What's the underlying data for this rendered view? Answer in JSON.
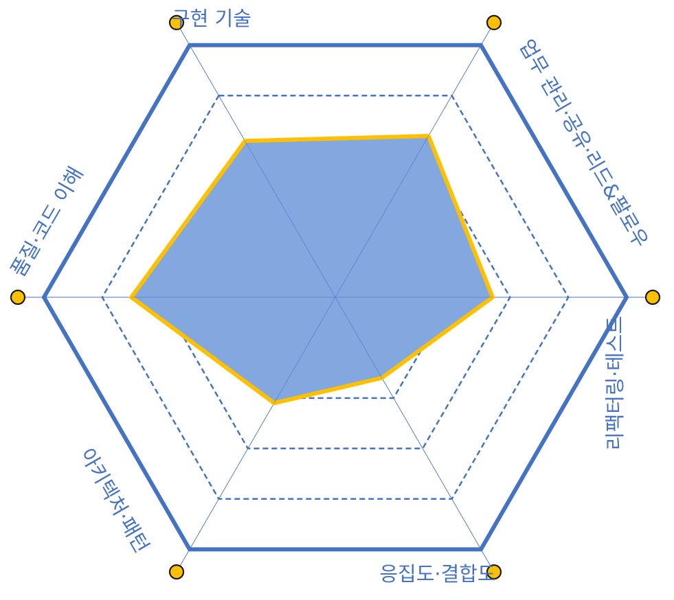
{
  "chart_data": {
    "type": "radar",
    "axes": [
      "구현 기술",
      "업무 관리·공유·리드&팔로우",
      "리팩터링·테스트",
      "응집도·결합도",
      "아키텍처·패턴",
      "품질·코드 이해"
    ],
    "scale_max": 5,
    "rings": [
      1,
      2,
      3,
      4,
      5
    ],
    "series": [
      {
        "values": [
          3.1,
          3.2,
          2.7,
          1.6,
          2.1,
          3.5
        ]
      }
    ],
    "grid": true,
    "legend": "none"
  },
  "colors": {
    "frame": "#4472c4",
    "ring_dashed": "#4472c4",
    "spoke": "#4472c4",
    "area_fill": "#82a8df",
    "area_stroke": "#ffc000",
    "marker_fill": "#ffc000",
    "marker_stroke": "#1a1a1a",
    "label_text": "#4472c4"
  }
}
